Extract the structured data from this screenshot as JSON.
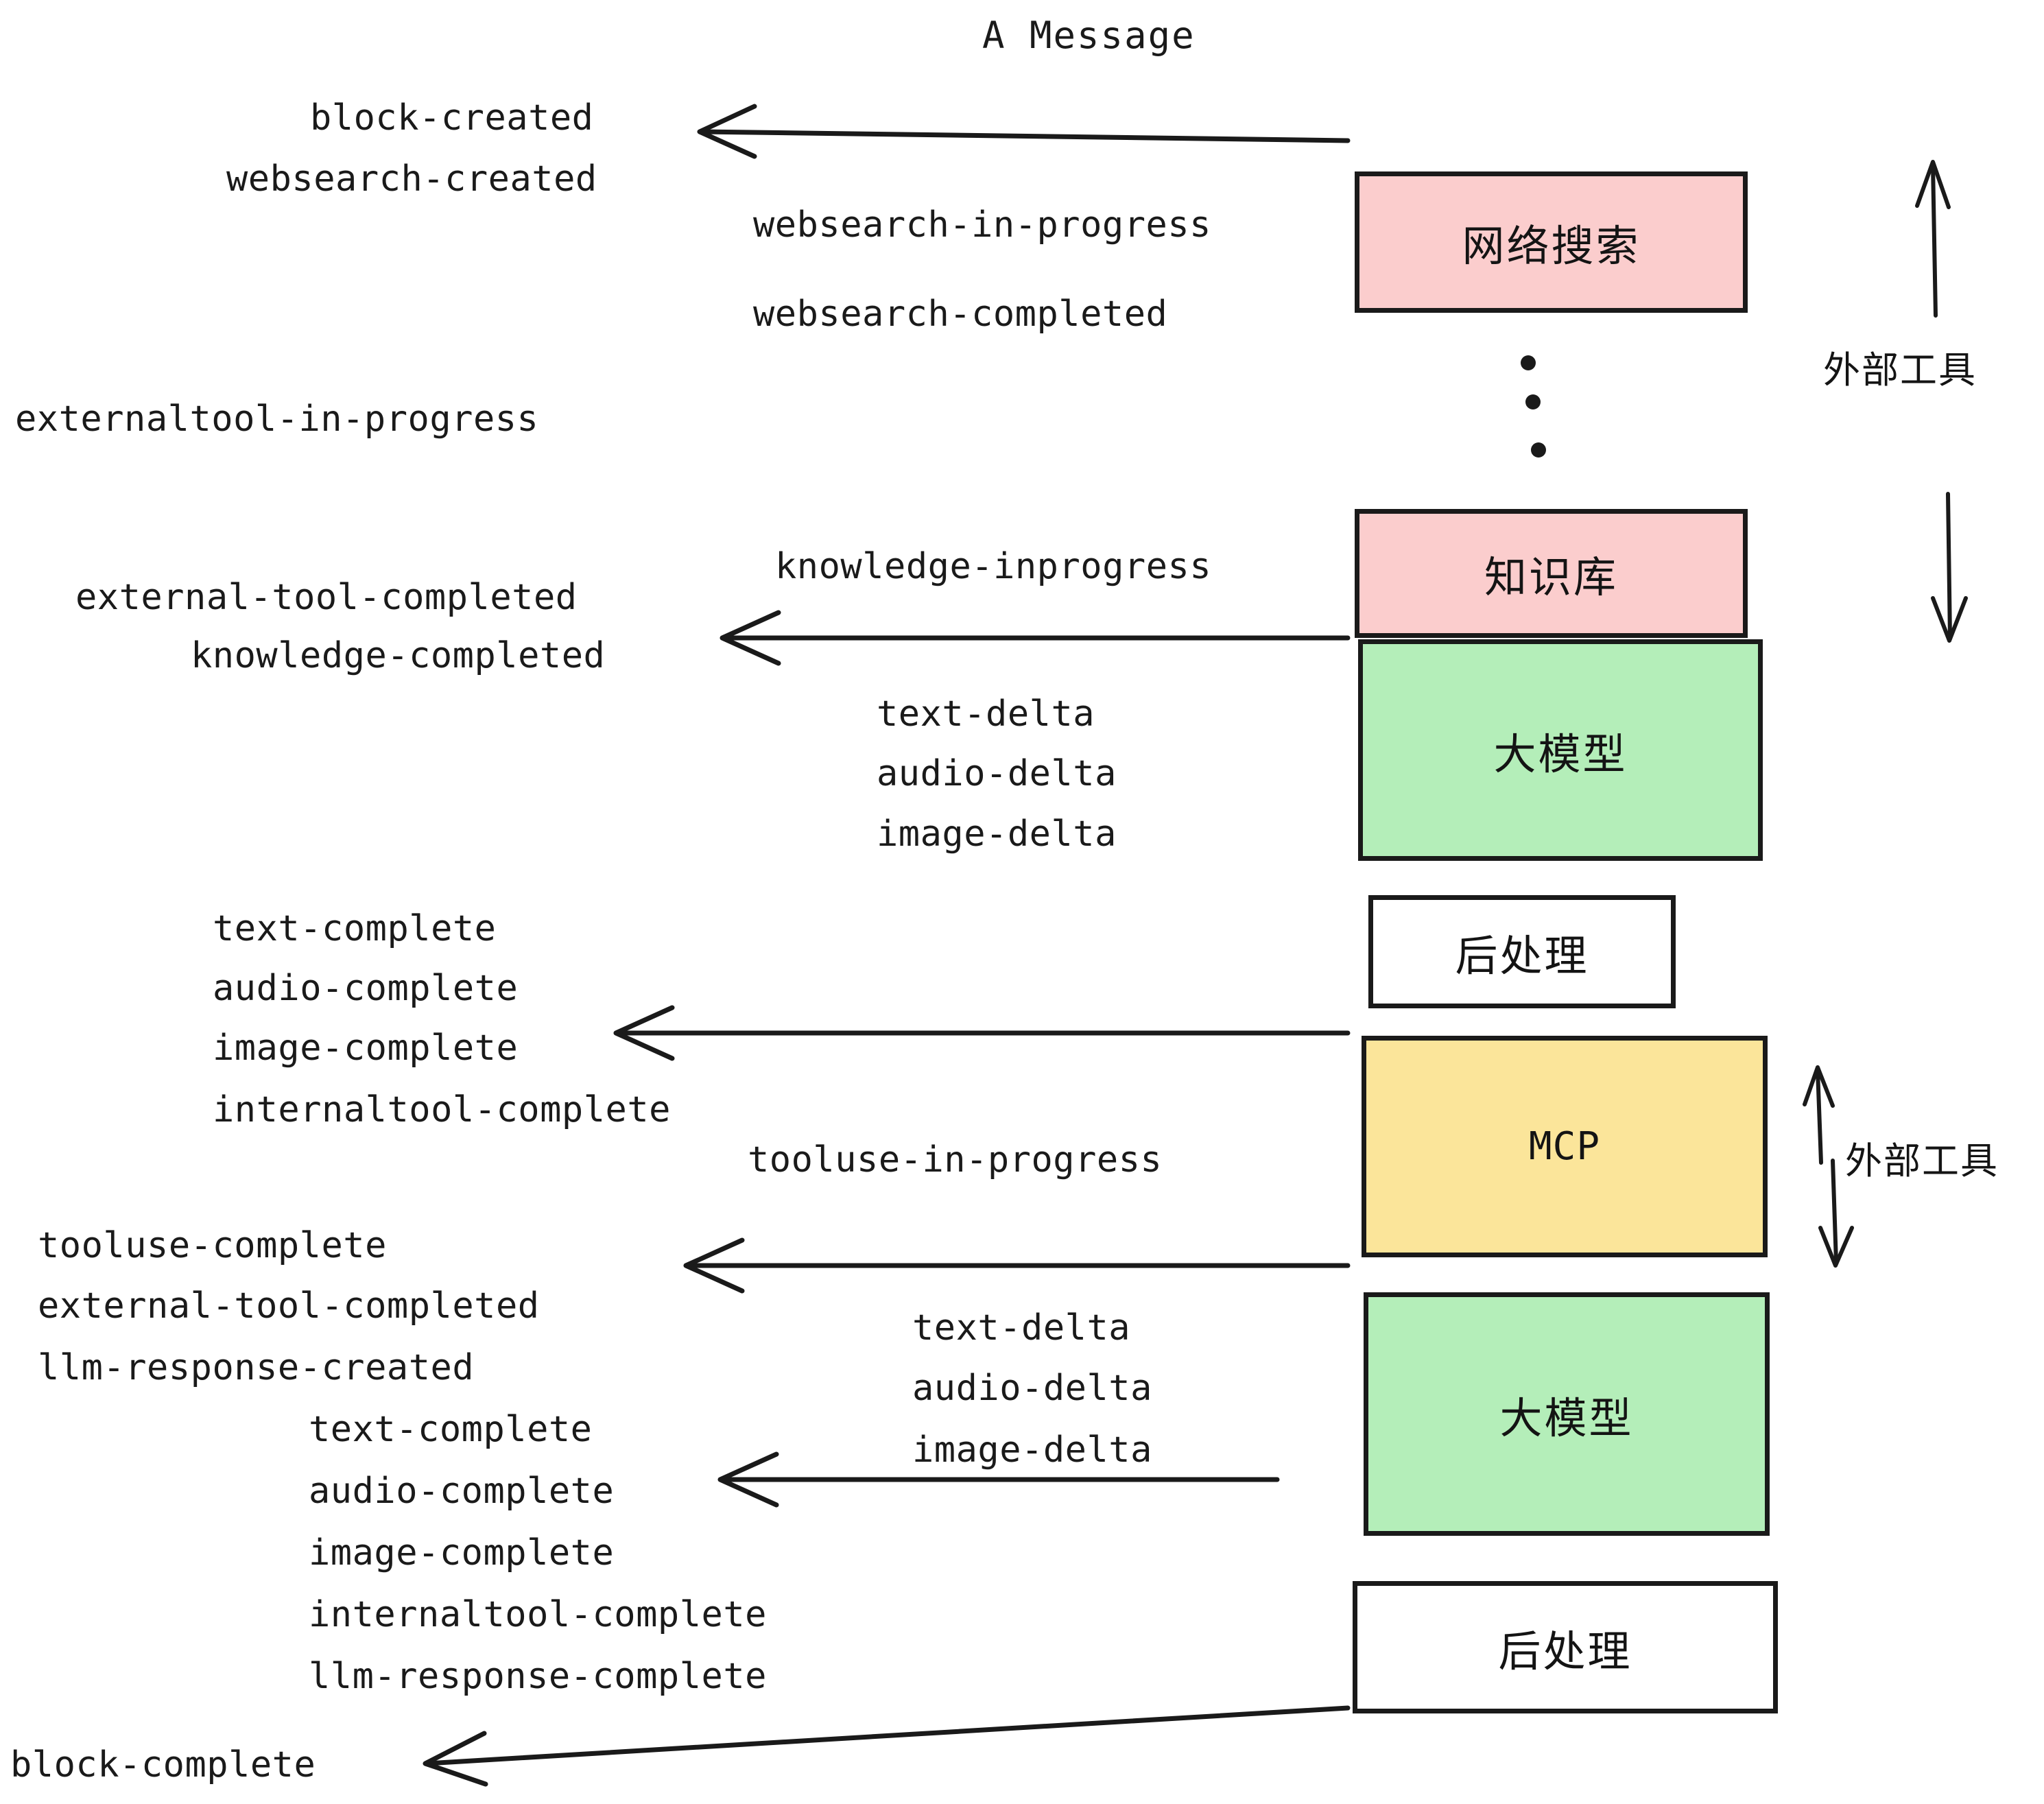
{
  "title": "A Message",
  "events": {
    "block_created": "block-created",
    "websearch_created": "websearch-created",
    "websearch_in_progress": "websearch-in-progress",
    "websearch_completed": "websearch-completed",
    "externaltool_in_progress": "externaltool-in-progress",
    "knowledge_inprogress": "knowledge-inprogress",
    "external_tool_completed_1": "external-tool-completed",
    "knowledge_completed": "knowledge-completed",
    "text_delta_1": "text-delta",
    "audio_delta_1": "audio-delta",
    "image_delta_1": "image-delta",
    "text_complete_1": "text-complete",
    "audio_complete_1": "audio-complete",
    "image_complete_1": "image-complete",
    "internaltool_complete_1": "internaltool-complete",
    "tooluse_in_progress": "tooluse-in-progress",
    "tooluse_complete": "tooluse-complete",
    "external_tool_completed_2": "external-tool-completed",
    "llm_response_created": "llm-response-created",
    "text_delta_2": "text-delta",
    "audio_delta_2": "audio-delta",
    "image_delta_2": "image-delta",
    "text_complete_2": "text-complete",
    "audio_complete_2": "audio-complete",
    "image_complete_2": "image-complete",
    "internaltool_complete_2": "internaltool-complete",
    "llm_response_complete": "llm-response-complete",
    "block_complete": "block-complete"
  },
  "nodes": {
    "websearch": "网络搜索",
    "knowledge": "知识库",
    "llm_1": "大模型",
    "postprocess_1": "后处理",
    "mcp": "MCP",
    "llm_2": "大模型",
    "postprocess_2": "后处理"
  },
  "annotations": {
    "external_tool_top": "外部工具",
    "external_tool_bottom": "外部工具"
  },
  "colors": {
    "pink": "#fbcdcd",
    "green": "#b4eeb9",
    "yellow": "#fbe59a",
    "white": "#ffffff",
    "stroke": "#1a1a1a"
  }
}
